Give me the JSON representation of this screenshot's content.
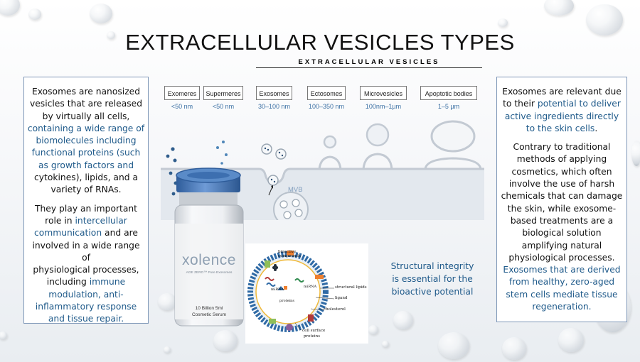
{
  "title": "EXTRACELLULAR VESICLES TYPES",
  "left_panel": {
    "p1_lines": [
      {
        "text": "Exosomes are nanosized",
        "hl": false
      },
      {
        "text": "vesicles that are released",
        "hl": false
      },
      {
        "text": "by virtually all cells,",
        "hl": false
      },
      {
        "text": "containing a wide range of",
        "hl": true
      },
      {
        "text": "biomolecules including",
        "hl": true
      },
      {
        "text": "functional proteins (such",
        "hl": true
      },
      {
        "text": "as growth factors and",
        "hl": true
      },
      {
        "text": "cytokines), lipids, and a",
        "hl": false
      },
      {
        "text": "variety of RNAs.",
        "hl": false
      }
    ],
    "p2_lines": [
      {
        "text": "They play an important",
        "hl": false
      },
      {
        "text": "role in intercellular",
        "hl": false,
        "hl_part": "intercellular"
      },
      {
        "text": "communication and are",
        "hl": false,
        "hl_part": "communication"
      },
      {
        "text": "involved in a wide range of",
        "hl": false
      },
      {
        "text": "physiological processes,",
        "hl": false
      },
      {
        "text": "including immune",
        "hl": false,
        "hl_part": "immune"
      },
      {
        "text": "modulation, anti-",
        "hl": true
      },
      {
        "text": "inflammatory response",
        "hl": true
      },
      {
        "text": "and tissue repair.",
        "hl": true
      }
    ]
  },
  "right_panel": {
    "p1": [
      {
        "pre": "Exosomes are relevant due",
        "hl": ""
      },
      {
        "pre": "to their ",
        "hl": "potential to deliver"
      },
      {
        "pre": "",
        "hl": "active ingredients directly"
      },
      {
        "pre": "",
        "hl": "to the skin cells",
        "post": "."
      }
    ],
    "p2_lines": [
      "Contrary to traditional",
      "methods of applying",
      "cosmetics, which often",
      "involve the use of harsh",
      "chemicals that can damage",
      "the skin, while exosome-",
      "based treatments are a",
      "biological solution",
      "amplifying natural",
      "physiological processes."
    ],
    "p3_lines": [
      "Exosomes that are derived",
      "from healthy, zero-aged",
      "stem cells mediate tissue",
      "regeneration."
    ]
  },
  "ev_diagram": {
    "header": "EXTRACELLULAR VESICLES",
    "types": [
      {
        "name": "Exomeres",
        "size": "<50 nm"
      },
      {
        "name": "Supermeres",
        "size": "<50 nm"
      },
      {
        "name": "Exosomes",
        "size": "30–100 nm"
      },
      {
        "name": "Ectosomes",
        "size": "100–350 nm"
      },
      {
        "name": "Microvesicles",
        "size": "100nm–1µm"
      },
      {
        "name": "Apoptotic bodies",
        "size": "1–5 µm"
      }
    ],
    "mvb_label": "MVB"
  },
  "vial": {
    "brand": "xolence",
    "subtitle": "AGE ZERO™ Pure Exosomes",
    "label_line1": "10 Billion 5ml",
    "label_line2": "Cosmetic Serum"
  },
  "structure_diagram": {
    "labels": {
      "bioactive": "bioactive compounds",
      "mirna1": "miRNA",
      "mirna2": "miRNA",
      "proteins": "proteins",
      "structural_lipids": "structural lipids",
      "ligand": "ligand",
      "cholesterol": "cholesterol",
      "cell_surface": "cell surface",
      "proteins2": "proteins"
    }
  },
  "caption_lines": [
    "Structural integrity",
    "is essential for the",
    "bioactive potential"
  ],
  "colors": {
    "accent_blue": "#1f5a8a",
    "size_blue": "#3a6fa3",
    "panel_border": "#7f98b8",
    "vial_cap": "#3d6fb0"
  }
}
